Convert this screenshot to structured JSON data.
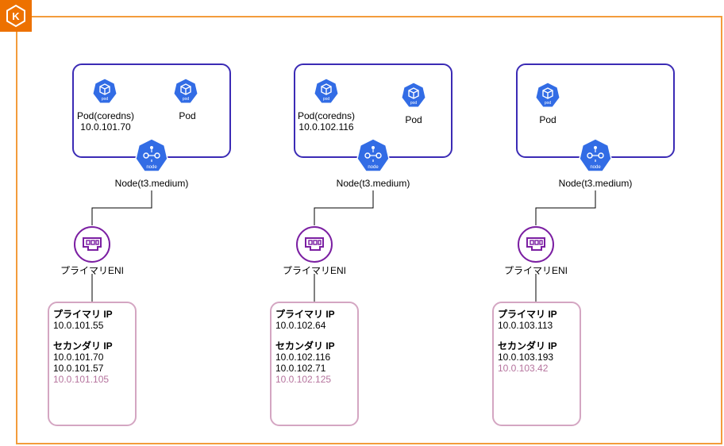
{
  "colors": {
    "cluster_border": "#f39c3b",
    "eks_logo": "#ed7100",
    "node_border": "#3b2bb5",
    "k8s_icon": "#326ce5",
    "eni_icon": "#7b1fa2",
    "ip_box_border": "#d4a6c2",
    "warm_ip": "#b5739d"
  },
  "icons": {
    "cluster": "eks-logo-icon",
    "pod": "kubernetes-pod-icon",
    "node": "kubernetes-node-icon",
    "eni": "network-interface-icon"
  },
  "icon_text": {
    "pod": "pod",
    "node": "node",
    "logo": "K"
  },
  "nodes": [
    {
      "pods": [
        {
          "label": "Pod(coredns)",
          "ip": "10.0.101.70"
        },
        {
          "label": "Pod",
          "ip": ""
        }
      ],
      "node_label": "Node(t3.medium)",
      "eni_label": "プライマリENI",
      "primary_heading": "プライマリ IP",
      "primary_ip": "10.0.101.55",
      "secondary_heading": "セカンダリ IP",
      "secondary_ips": [
        "10.0.101.70",
        "10.0.101.57"
      ],
      "warm_ip": "10.0.101.105"
    },
    {
      "pods": [
        {
          "label": "Pod(coredns)",
          "ip": "10.0.102.116"
        },
        {
          "label": "Pod",
          "ip": ""
        }
      ],
      "node_label": "Node(t3.medium)",
      "eni_label": "プライマリENI",
      "primary_heading": "プライマリ IP",
      "primary_ip": "10.0.102.64",
      "secondary_heading": "セカンダリ IP",
      "secondary_ips": [
        "10.0.102.116",
        "10.0.102.71"
      ],
      "warm_ip": "10.0.102.125"
    },
    {
      "pods": [
        {
          "label": "Pod",
          "ip": ""
        }
      ],
      "node_label": "Node(t3.medium)",
      "eni_label": "プライマリENI",
      "primary_heading": "プライマリ IP",
      "primary_ip": "10.0.103.113",
      "secondary_heading": "セカンダリ IP",
      "secondary_ips": [
        "10.0.103.193"
      ],
      "warm_ip": "10.0.103.42"
    }
  ]
}
